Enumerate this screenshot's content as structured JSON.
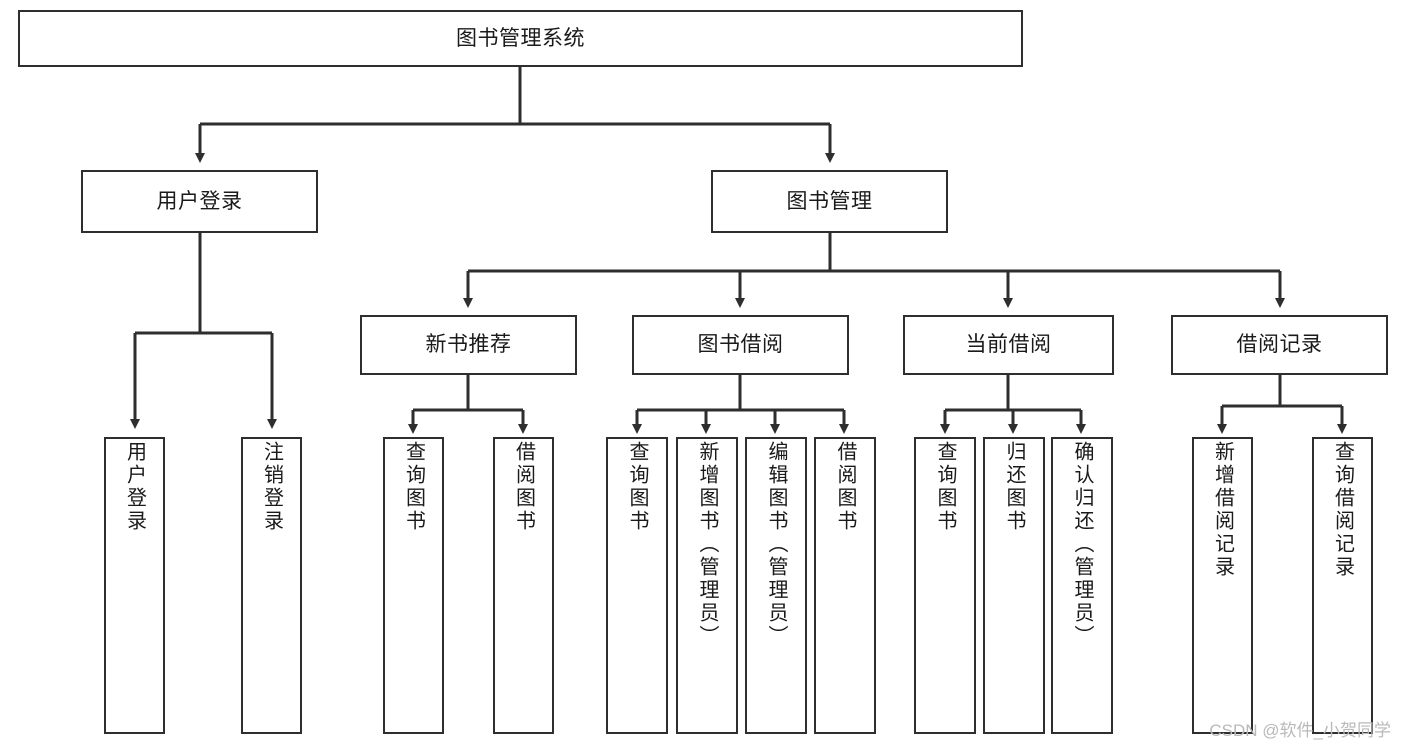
{
  "diagram": {
    "title": "图书管理系统",
    "type": "tree-hierarchy-diagram",
    "root": {
      "id": "root",
      "label": "图书管理系统"
    },
    "level2": [
      {
        "id": "user-login",
        "label": "用户登录"
      },
      {
        "id": "book-manage",
        "label": "图书管理"
      }
    ],
    "level3": [
      {
        "id": "new-book-recommend",
        "label": "新书推荐",
        "parent": "book-manage"
      },
      {
        "id": "book-borrow",
        "label": "图书借阅",
        "parent": "book-manage"
      },
      {
        "id": "current-borrow",
        "label": "当前借阅",
        "parent": "book-manage"
      },
      {
        "id": "borrow-record",
        "label": "借阅记录",
        "parent": "book-manage"
      }
    ],
    "leaves": {
      "user_login": [
        {
          "id": "leaf-user-login",
          "label": "用户登录"
        },
        {
          "id": "leaf-logout-login",
          "label": "注销登录"
        }
      ],
      "new_book_recommend": [
        {
          "id": "leaf-query-book-1",
          "label": "查询图书"
        },
        {
          "id": "leaf-borrow-book-1",
          "label": "借阅图书"
        }
      ],
      "book_borrow": [
        {
          "id": "leaf-query-book-2",
          "label": "查询图书"
        },
        {
          "id": "leaf-add-book",
          "label": "新增图书（管理员）"
        },
        {
          "id": "leaf-edit-book",
          "label": "编辑图书（管理员）"
        },
        {
          "id": "leaf-borrow-book-2",
          "label": "借阅图书"
        }
      ],
      "current_borrow": [
        {
          "id": "leaf-query-book-3",
          "label": "查询图书"
        },
        {
          "id": "leaf-return-book",
          "label": "归还图书"
        },
        {
          "id": "leaf-confirm-return",
          "label": "确认归还（管理员）"
        }
      ],
      "borrow_record": [
        {
          "id": "leaf-add-record",
          "label": "新增借阅记录"
        },
        {
          "id": "leaf-query-record",
          "label": "查询借阅记录"
        }
      ]
    }
  },
  "watermark": {
    "text": "CSDN @软件_小贺同学"
  },
  "colors": {
    "box_border": "#2e2e2e",
    "box_fill": "#ffffff",
    "edge": "#2e2e2e",
    "text": "#1a1a1a",
    "watermark": "#b9b9b9",
    "background": "#ffffff"
  }
}
